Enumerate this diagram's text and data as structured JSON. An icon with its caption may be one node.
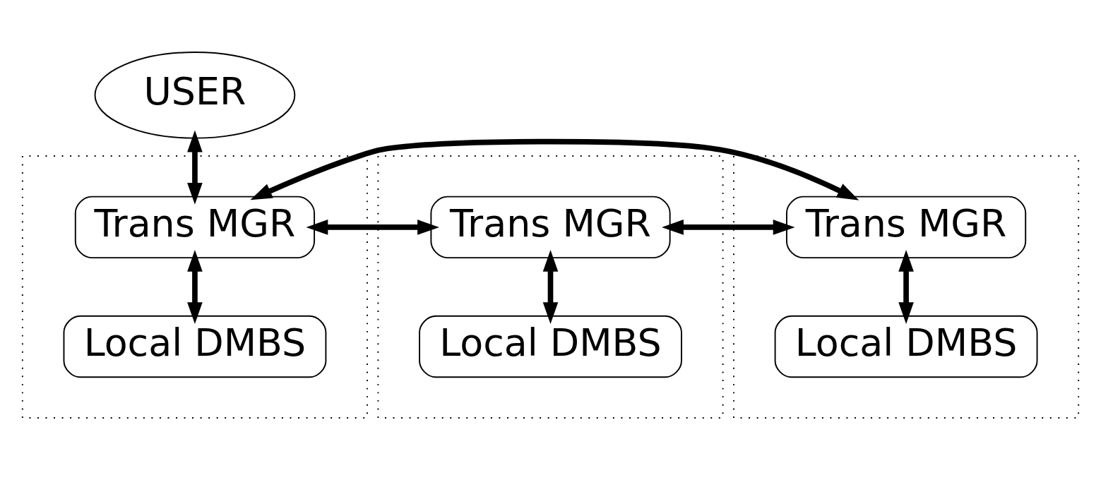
{
  "diagram": {
    "nodes": [
      {
        "text": [
          "USER"
        ]
      },
      {
        "text": [],
        "shape": "box"
      },
      {
        "text": [
          "Trans MGR"
        ],
        "in": 1
      },
      {
        "text": [
          "Local DMBS"
        ],
        "in": 1
      },
      {
        "text": [],
        "shape": "box"
      },
      {
        "text": [
          "Trans MGR"
        ],
        "in": 4
      },
      {
        "text": [
          "Local DMBS"
        ],
        "in": 4
      },
      {
        "text": [],
        "shape": "box"
      },
      {
        "text": [
          "Trans MGR"
        ],
        "in": 7
      },
      {
        "text": [
          "Local DMBS"
        ],
        "in": 7
      }
    ],
    "edges": [
      {
        "from": 0,
        "to": 2,
        "arrow": "both"
      },
      {
        "from": 2,
        "to": 8,
        "arrow": "both"
      },
      {
        "from": 2,
        "to": 5,
        "arrow": "both"
      },
      {
        "from": 5,
        "to": 8,
        "arrow": "both"
      },
      {
        "from": 2,
        "to": 3,
        "arrow": "both"
      },
      {
        "from": 5,
        "to": 6,
        "arrow": "both"
      },
      {
        "from": 8,
        "to": 9,
        "arrow": "both"
      }
    ]
  }
}
